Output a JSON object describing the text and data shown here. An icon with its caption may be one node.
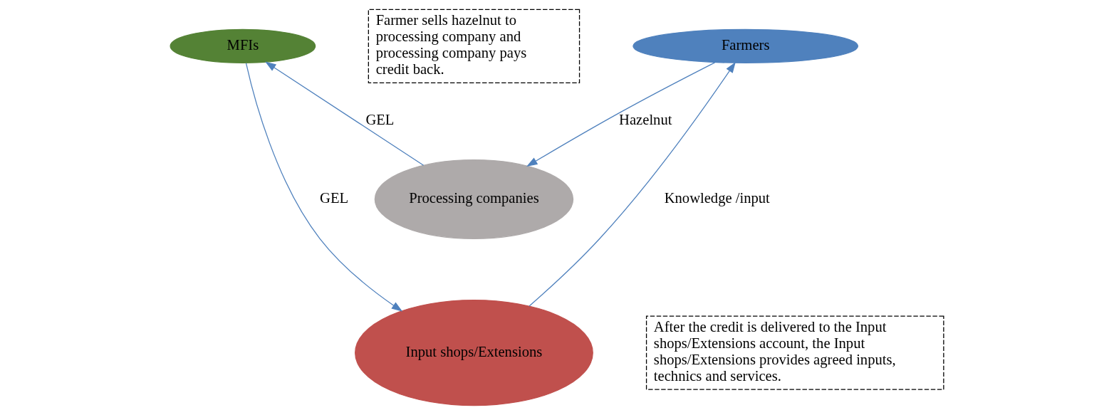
{
  "diagram": {
    "nodes": [
      {
        "text": [
          "Farmer sells hazelnut to processing company and processing company pays credit back."
        ]
      },
      {
        "text": [
          "MFIs"
        ]
      },
      {
        "text": [
          "Farmers"
        ]
      },
      {
        "text": [
          "Processing companies"
        ]
      },
      {
        "text": [
          "Input shops/Extensions"
        ]
      },
      {
        "text": [
          "After the credit is delivered to the Input shops/Extensions account, the Input shops/Extensions provides agreed inputs, technics and services."
        ]
      }
    ],
    "edges": [
      {
        "from": 3,
        "to": 1,
        "arrow": "to",
        "label": "GEL"
      },
      {
        "from": 2,
        "to": 3,
        "arrow": "to",
        "label": "Hazelnut"
      },
      {
        "from": 1,
        "to": 4,
        "arrow": "to",
        "label": "GEL"
      },
      {
        "from": 4,
        "to": 2,
        "arrow": "to",
        "label": "Knowledge /input"
      }
    ]
  }
}
